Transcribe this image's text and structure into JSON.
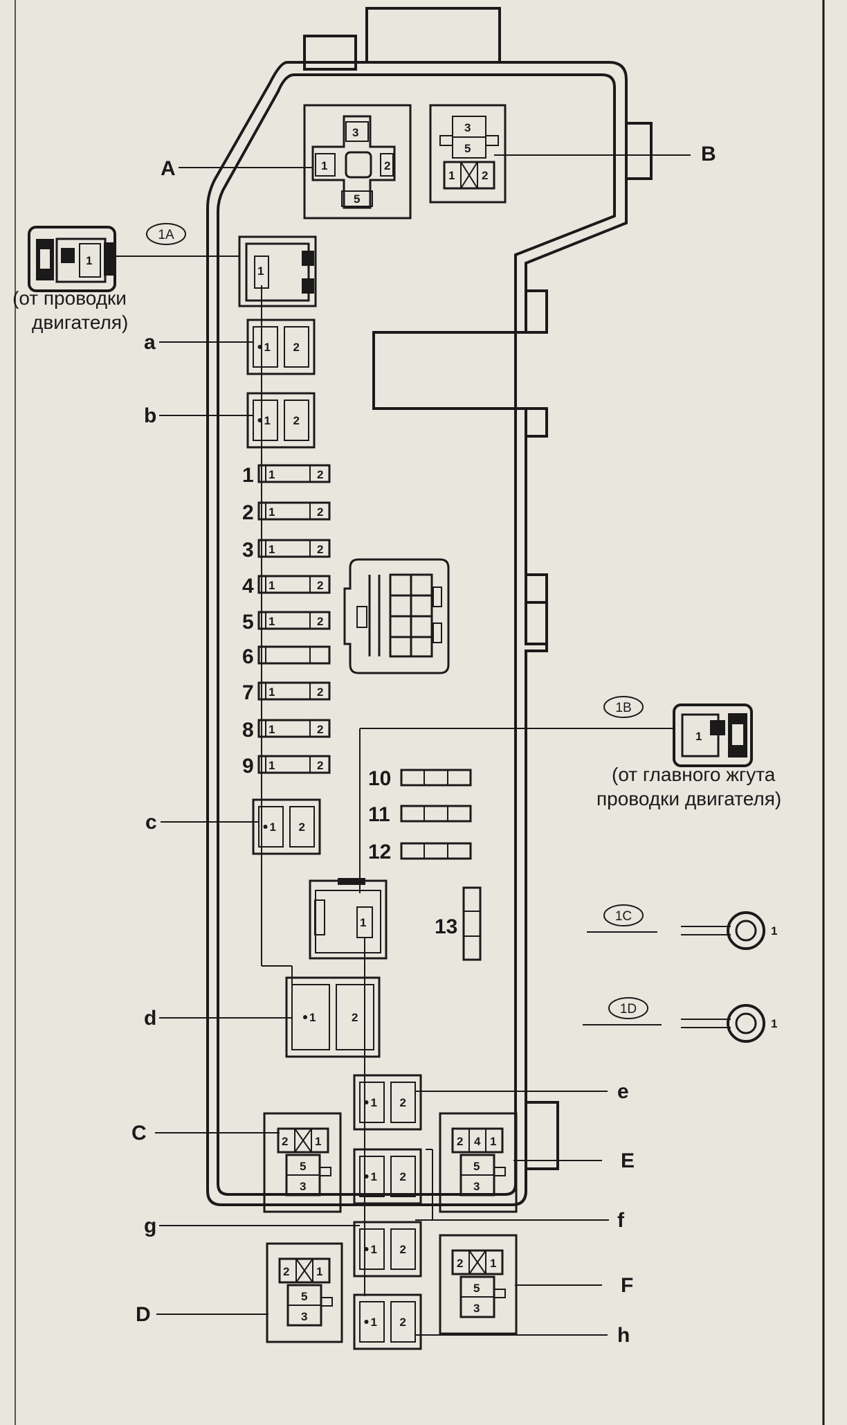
{
  "relays": {
    "A": {
      "label": "A",
      "pins": {
        "p1": "1",
        "p2": "2",
        "p3": "3",
        "p5": "5"
      }
    },
    "B": {
      "label": "B",
      "pins": {
        "p3": "3",
        "p5": "5",
        "p1": "1",
        "p2": "2"
      }
    },
    "C": {
      "label": "C",
      "pins": {
        "p2": "2",
        "p1": "1",
        "p5": "5",
        "p3": "3"
      }
    },
    "D": {
      "label": "D",
      "pins": {
        "p2": "2",
        "p1": "1",
        "p5": "5",
        "p3": "3"
      }
    },
    "E": {
      "label": "E",
      "pins": {
        "p2": "2",
        "p4": "4",
        "p1": "1",
        "p5": "5",
        "p3": "3"
      }
    },
    "F": {
      "label": "F",
      "pins": {
        "p2": "2",
        "p1": "1",
        "p5": "5",
        "p3": "3"
      }
    }
  },
  "connectors": {
    "c1A": {
      "id": "1A",
      "pin": "1",
      "note_line1": "(от проводки",
      "note_line2": "двигателя)"
    },
    "c1B": {
      "id": "1B",
      "pin": "1",
      "note_line1": "(от главного жгута",
      "note_line2": "проводки двигателя)"
    },
    "c1C": {
      "id": "1C",
      "pin": "1"
    },
    "c1D": {
      "id": "1D",
      "pin": "1"
    }
  },
  "fuses_big": [
    {
      "label": "a",
      "pin1": "1",
      "pin2": "2"
    },
    {
      "label": "b",
      "pin1": "1",
      "pin2": "2"
    },
    {
      "label": "c",
      "pin1": "1",
      "pin2": "2"
    },
    {
      "label": "d",
      "pin1": "1",
      "pin2": "2"
    },
    {
      "label": "e",
      "pin1": "1",
      "pin2": "2"
    },
    {
      "label": "f",
      "pin1": "1",
      "pin2": "2"
    },
    {
      "label": "g",
      "pin1": "1",
      "pin2": "2"
    },
    {
      "label": "h",
      "pin1": "1",
      "pin2": "2"
    }
  ],
  "fuses_mini": [
    {
      "label": "1",
      "pin1": "1",
      "pin2": "2"
    },
    {
      "label": "2",
      "pin1": "1",
      "pin2": "2"
    },
    {
      "label": "3",
      "pin1": "1",
      "pin2": "2"
    },
    {
      "label": "4",
      "pin1": "1",
      "pin2": "2"
    },
    {
      "label": "5",
      "pin1": "1",
      "pin2": "2"
    },
    {
      "label": "6",
      "pin1": "",
      "pin2": ""
    },
    {
      "label": "7",
      "pin1": "1",
      "pin2": "2"
    },
    {
      "label": "8",
      "pin1": "1",
      "pin2": "2"
    },
    {
      "label": "9",
      "pin1": "1",
      "pin2": "2"
    }
  ],
  "spare_fuses": [
    {
      "label": "10"
    },
    {
      "label": "11"
    },
    {
      "label": "12"
    },
    {
      "label": "13"
    }
  ],
  "colors": {
    "ink": "#1a1a1a",
    "paper": "#e9e6de",
    "fill_dark": "#3a3a3a"
  }
}
